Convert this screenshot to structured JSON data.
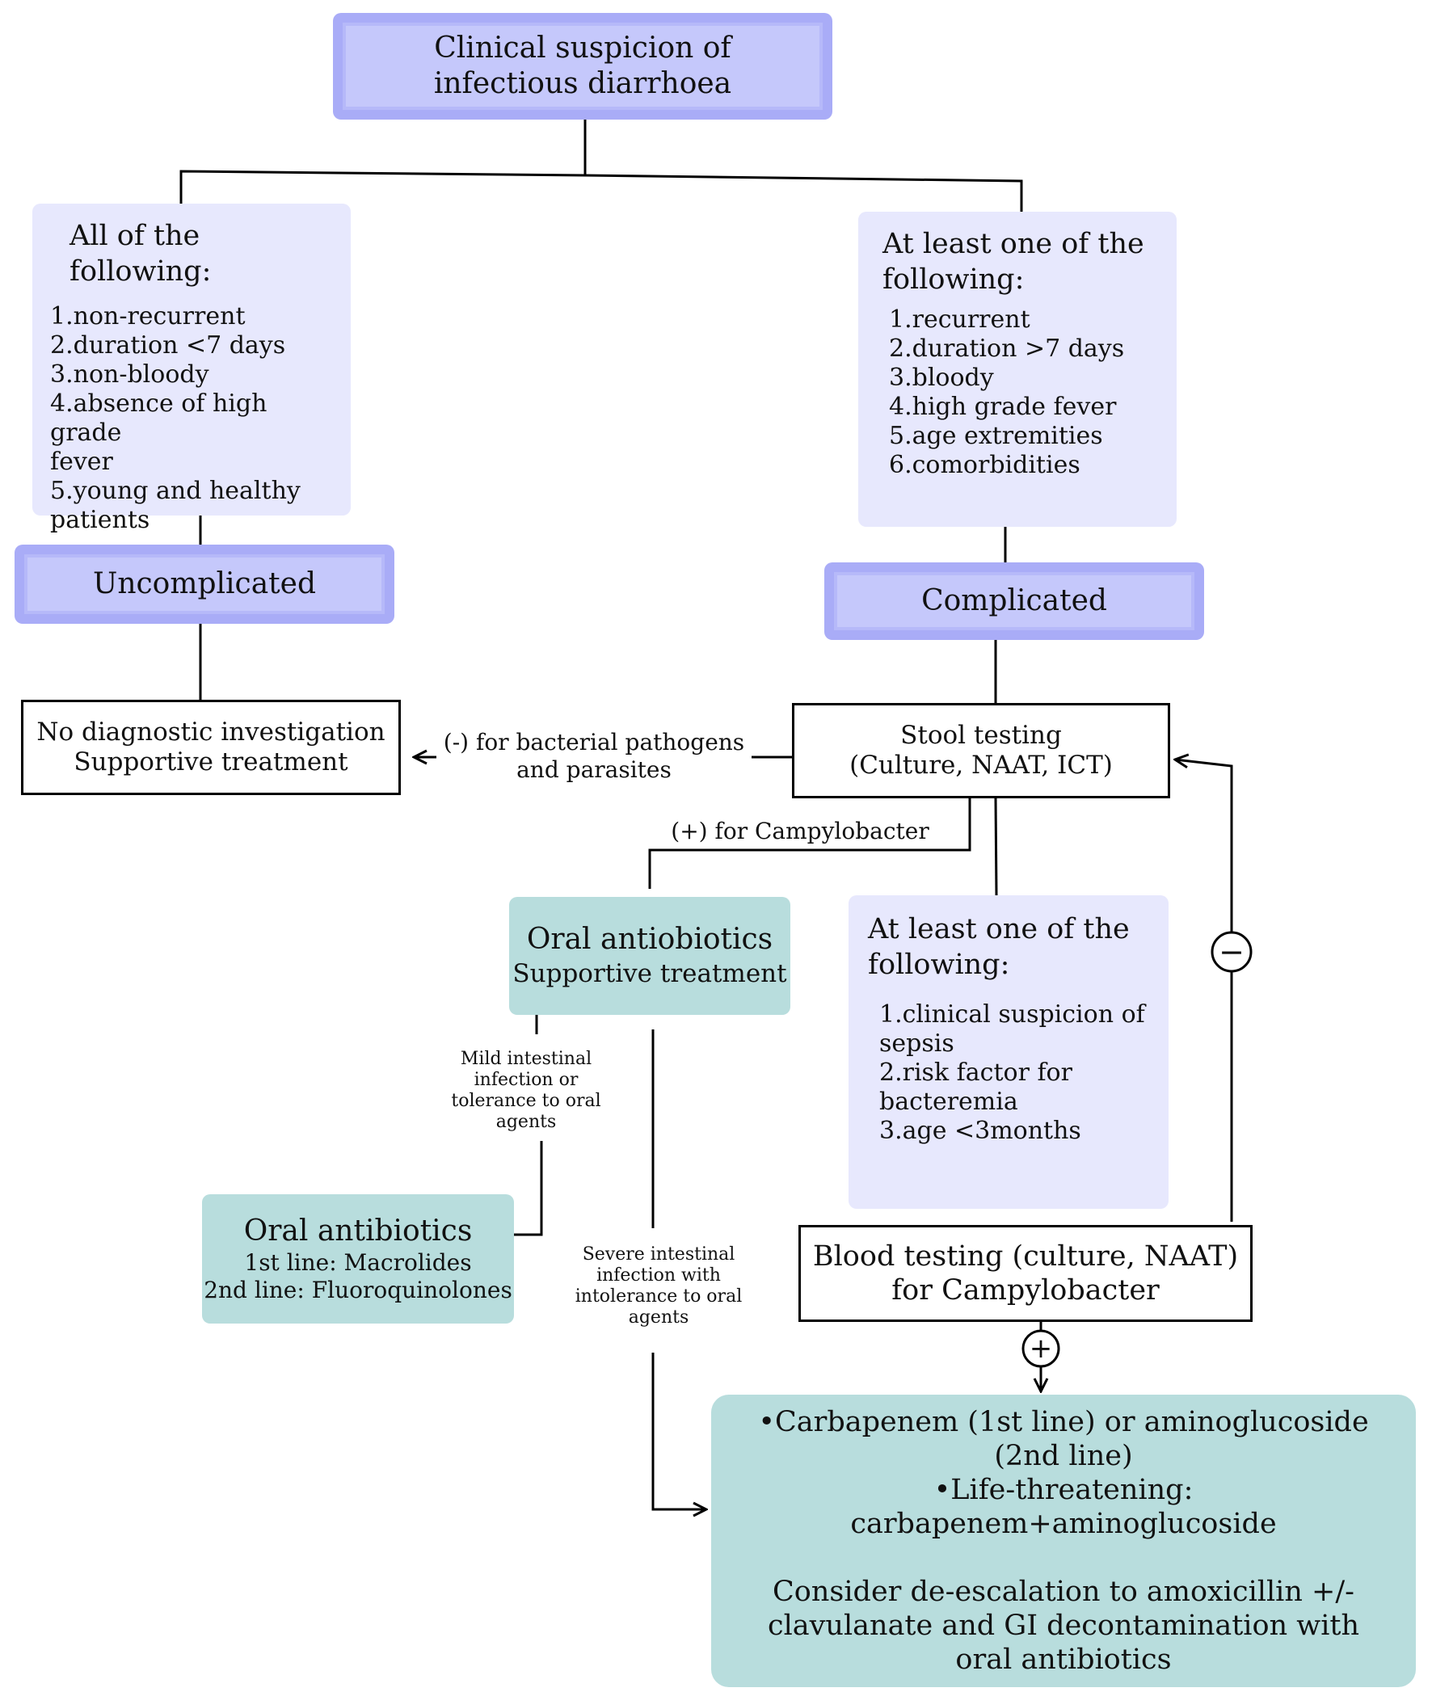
{
  "start": {
    "lines": [
      "Clinical suspicion of",
      "infectious diarrhoea"
    ]
  },
  "uncomplicated_criteria": {
    "title": "All of the following:",
    "items": [
      "1.non-recurrent",
      "2.duration <7 days",
      "3.non-bloody",
      "4.absence of high grade",
      "fever",
      "5.young and healthy",
      "patients"
    ]
  },
  "complicated_criteria": {
    "title_lines": [
      "At least one of the",
      "following:"
    ],
    "items": [
      "1.recurrent",
      "2.duration >7 days",
      "3.bloody",
      "4.high grade fever",
      "5.age extremities",
      "6.comorbidities"
    ]
  },
  "uncomplicated": {
    "label": "Uncomplicated"
  },
  "complicated": {
    "label": "Complicated"
  },
  "no_investigation": {
    "lines": [
      "No diagnostic investigation",
      "Supportive treatment"
    ]
  },
  "stool_testing": {
    "lines": [
      "Stool testing",
      "(Culture, NAAT, ICT)"
    ]
  },
  "edge_negative_stool": {
    "lines": [
      "(-) for bacterial pathogens",
      "and parasites"
    ]
  },
  "edge_campylobacter": {
    "label": "(+) for Campylobacter"
  },
  "oral_supportive": {
    "lines": [
      "Oral antiobiotics",
      "Supportive treatment"
    ]
  },
  "bacteremia_criteria": {
    "title_lines": [
      "At least one of the",
      "following:"
    ],
    "items": [
      "1.clinical suspicion of",
      "sepsis",
      "2.risk factor for",
      "bacteremia",
      "3.age <3months"
    ]
  },
  "edge_mild": {
    "lines": [
      "Mild intestinal",
      "infection or",
      "tolerance to oral",
      "agents"
    ]
  },
  "edge_severe": {
    "lines": [
      "Severe intestinal",
      "infection with",
      "intolerance to oral",
      "agents"
    ]
  },
  "oral_antibiotics": {
    "title": "Oral antibiotics",
    "lines": [
      "1st line: Macrolides",
      "2nd line: Fluoroquinolones"
    ]
  },
  "blood_testing": {
    "lines": [
      "Blood testing (culture, NAAT)",
      "for Campylobacter"
    ]
  },
  "negative_symbol": "−",
  "positive_symbol": "+",
  "iv_treatment": {
    "lines": [
      "•Carbapenem (1st line) or aminoglucoside",
      "(2nd line)",
      "•Life-threatening:",
      "carbapenem+aminoglucoside",
      "",
      "Consider de-escalation to amoxicillin +/-",
      "clavulanate and GI decontamination with",
      "oral antibiotics"
    ]
  }
}
